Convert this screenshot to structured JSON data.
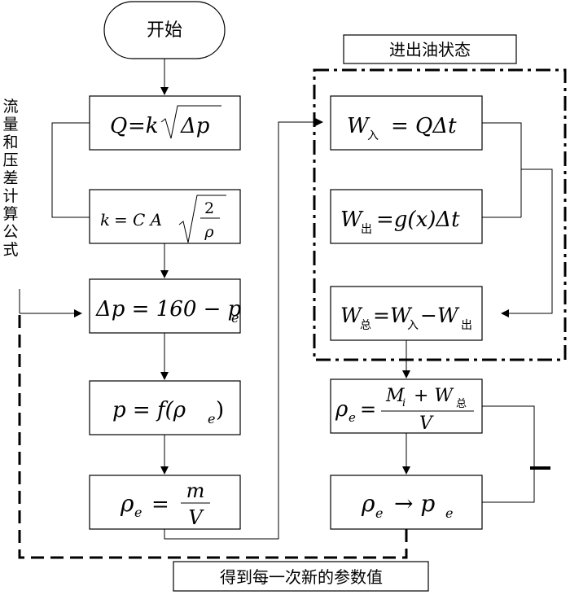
{
  "start": "开始",
  "oil_state_title": "进出油状态",
  "side_label": "流量和压差计算公式",
  "bottom_label": "得到每一次新的参数值",
  "formulas": {
    "q_lhs": "Q",
    "q_eq": "=k",
    "q_rad": "Δp",
    "k_lhs": "k",
    "k_eq": "=",
    "k_ca": "C A",
    "k_num": "2",
    "k_den": "ρ",
    "dp_lhs": "Δp = 160 − p",
    "dp_sub": "e",
    "p_lhs": "p = f(ρ",
    "p_sub": "e",
    "p_close": ")",
    "rho_lhs": "ρ",
    "rho_sub": "e",
    "rho_eq": "=",
    "rho_num": "m",
    "rho_den": "V",
    "win_w": "W",
    "win_sub": "入",
    "win_rhs": "= QΔt",
    "wout_w": "W",
    "wout_sub": "出",
    "wout_rhs": "=g(x)Δt",
    "wtot_w": "W",
    "wtot_sub": "总",
    "wtot_eq": "=W",
    "wtot_sub2": "入",
    "wtot_minus": "−W",
    "wtot_sub3": "出",
    "rho2_lhs": "ρ",
    "rho2_sub": "e",
    "rho2_eq": "=",
    "rho2_num_m": "M",
    "rho2_num_i": "i",
    "rho2_num_plus": "+ W",
    "rho2_num_sub": "总",
    "rho2_den": "V",
    "conv_lhs": "ρ",
    "conv_sub": "e",
    "conv_arrow": "→ p",
    "conv_sub2": "e"
  }
}
